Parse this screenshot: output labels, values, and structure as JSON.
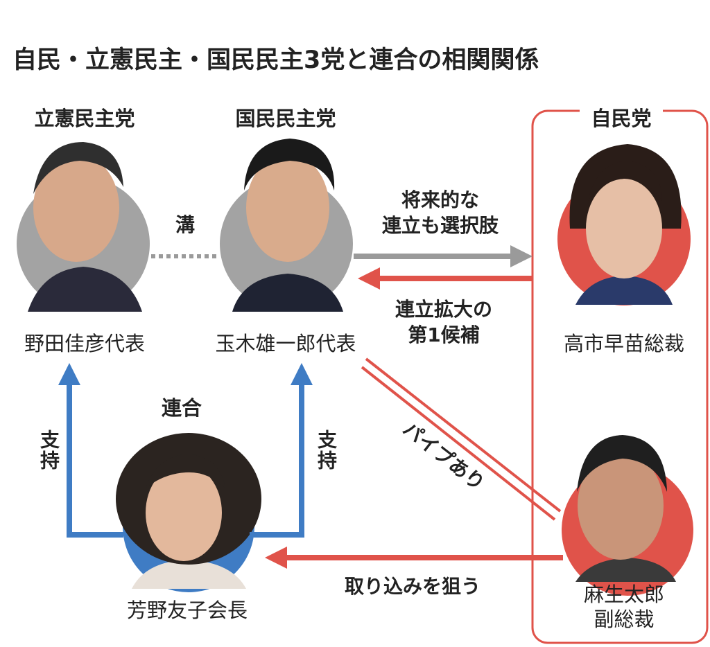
{
  "title": "自民・立憲民主・国民民主3党と連合の相関関係",
  "parties": {
    "cdp": "立憲民主党",
    "dpfp": "国民民主党",
    "ldp": "自民党",
    "rengo": "連合"
  },
  "people": {
    "noda": "野田佳彦代表",
    "tamaki": "玉木雄一郎代表",
    "takaichi": "高市早苗総裁",
    "aso_line1": "麻生太郎",
    "aso_line2": "副総裁",
    "yoshino": "芳野友子会長"
  },
  "relations": {
    "gap": "溝",
    "future_line1": "将来的な",
    "future_line2": "連立も選択肢",
    "first_line1": "連立拡大の",
    "first_line2": "第1候補",
    "pipe": "パイプあり",
    "capture": "取り込みを狙う",
    "support_left": "支持",
    "support_right": "支持"
  },
  "colors": {
    "gray": "#9a9a9a",
    "red": "#e0534a",
    "blue": "#3f7cc4",
    "box": "#e0534a"
  }
}
